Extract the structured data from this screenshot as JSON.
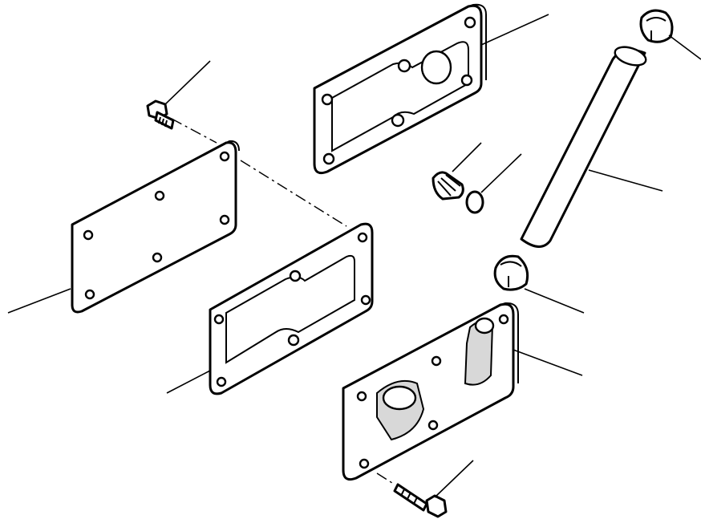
{
  "diagram": {
    "type": "exploded-parts-view",
    "parts": [
      {
        "id": "cover-plate",
        "icon": "plate-icon"
      },
      {
        "id": "gasket-left",
        "icon": "gasket-icon"
      },
      {
        "id": "bolt-top",
        "icon": "bolt-icon"
      },
      {
        "id": "cover-top",
        "icon": "cover-icon"
      },
      {
        "id": "plug",
        "icon": "plug-icon"
      },
      {
        "id": "o-ring",
        "icon": "o-ring-icon"
      },
      {
        "id": "hose-clamp-top",
        "icon": "clamp-icon"
      },
      {
        "id": "hose",
        "icon": "hose-icon"
      },
      {
        "id": "hose-clamp-bottom",
        "icon": "clamp-icon"
      },
      {
        "id": "housing",
        "icon": "housing-icon"
      },
      {
        "id": "bolt-bottom",
        "icon": "bolt-icon"
      }
    ],
    "colors": {
      "line": "#000000",
      "background": "#ffffff"
    }
  }
}
